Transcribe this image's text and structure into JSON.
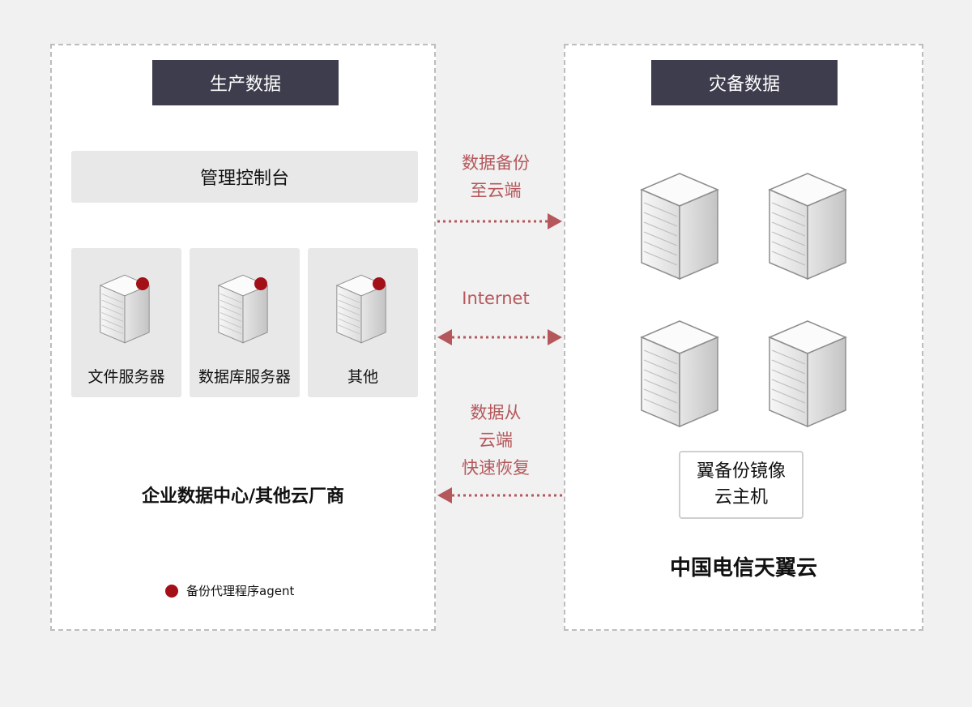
{
  "left_panel": {
    "header": "生产数据",
    "console": "管理控制台",
    "servers": [
      {
        "label": "文件服务器"
      },
      {
        "label": "数据库服务器"
      },
      {
        "label": "其他"
      }
    ],
    "datacenter_label": "企业数据中心/其他云厂商",
    "legend_label": "备份代理程序agent"
  },
  "flows": {
    "backup": [
      "数据备份",
      "至云端"
    ],
    "internet": "Internet",
    "restore": [
      "数据从",
      "云端",
      "快速恢复"
    ]
  },
  "right_panel": {
    "header": "灾备数据",
    "mirror": [
      "翼备份镜像",
      "云主机"
    ],
    "cloud_label": "中国电信天翼云"
  },
  "colors": {
    "header_bg": "#3d3d4d",
    "agent_dot": "#a31018",
    "flow": "#b5585c"
  },
  "icons": {
    "server": "server-icon",
    "agent": "agent-dot-icon"
  }
}
